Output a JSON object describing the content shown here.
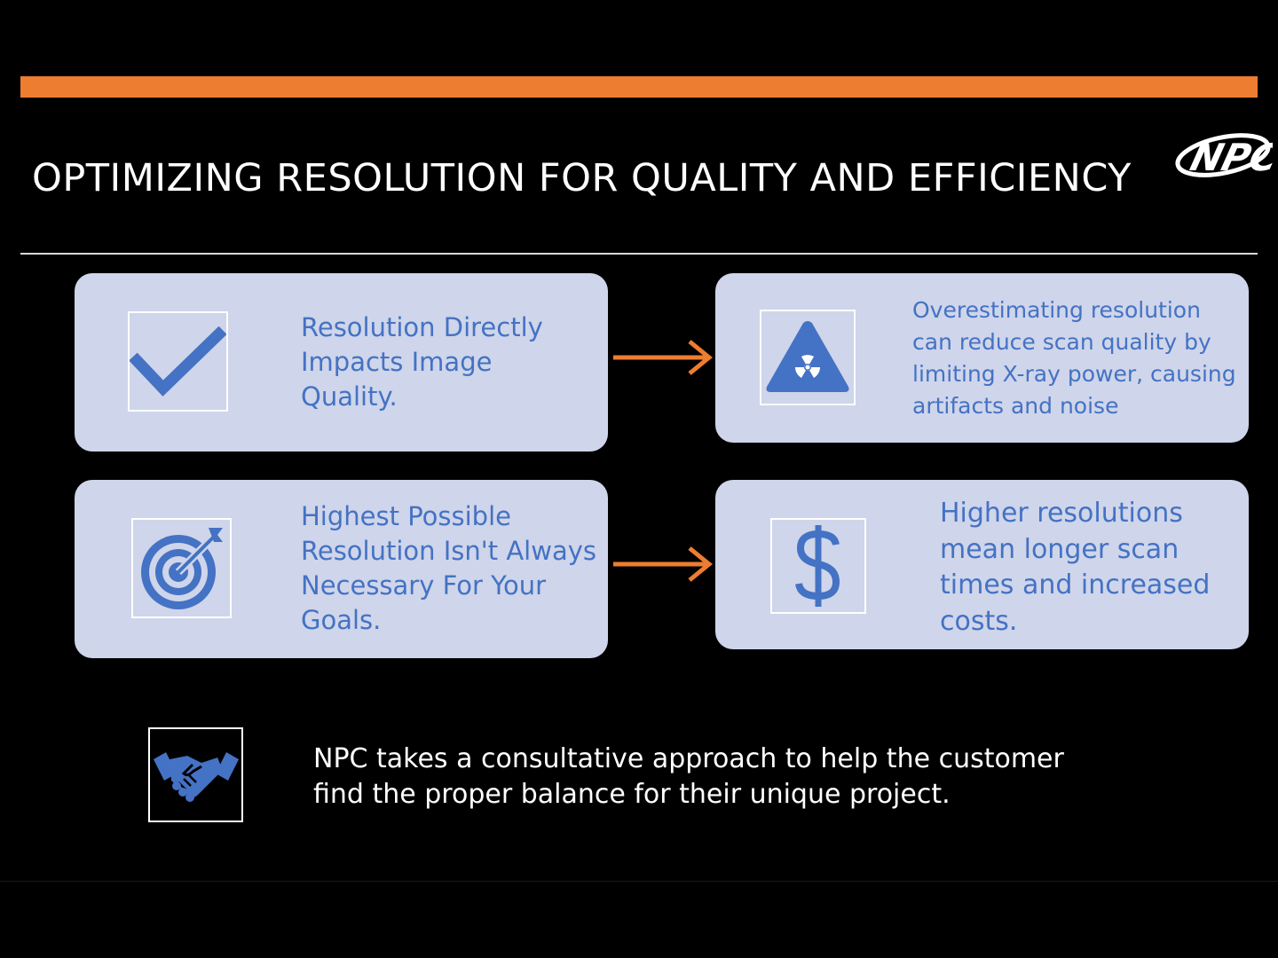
{
  "slide": {
    "title": "OPTIMIZING RESOLUTION FOR QUALITY AND EFFICIENCY",
    "logo_text": "NPC",
    "colors": {
      "background": "#000000",
      "accent": "#ED7D31",
      "card": "#CFD5EA",
      "icon_blue": "#4472C4",
      "text_white": "#FFFFFF"
    }
  },
  "cards": [
    {
      "icon": "checkmark-icon",
      "text": "Resolution Directly Impacts Image Quality."
    },
    {
      "icon": "radiation-warning-icon",
      "text": "Overestimating resolution can reduce scan quality by limiting X-ray power, causing artifacts and noise"
    },
    {
      "icon": "target-icon",
      "text": "Highest Possible Resolution Isn't Always Necessary For Your Goals."
    },
    {
      "icon": "dollar-icon",
      "text": "Higher resolutions mean longer scan times and increased costs."
    }
  ],
  "bottom": {
    "icon": "handshake-icon",
    "text": "NPC takes a consultative approach to help the customer find the proper balance for their unique project."
  }
}
